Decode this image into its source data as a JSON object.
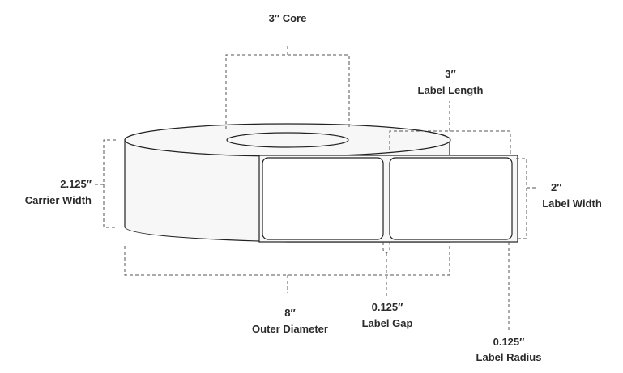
{
  "core": {
    "value": "3″ Core"
  },
  "label_length": {
    "value": "3″",
    "label": "Label Length"
  },
  "carrier_width": {
    "value": "2.125″",
    "label": "Carrier Width"
  },
  "label_width": {
    "value": "2″",
    "label": "Label Width"
  },
  "outer_diameter": {
    "value": "8″",
    "label": "Outer Diameter"
  },
  "label_gap": {
    "value": "0.125″",
    "label": "Label Gap"
  },
  "label_radius": {
    "value": "0.125″",
    "label": "Label Radius"
  },
  "colors": {
    "roll_fill": "#f7f7f7",
    "label_fill": "#ffffff",
    "stroke": "#222222"
  }
}
